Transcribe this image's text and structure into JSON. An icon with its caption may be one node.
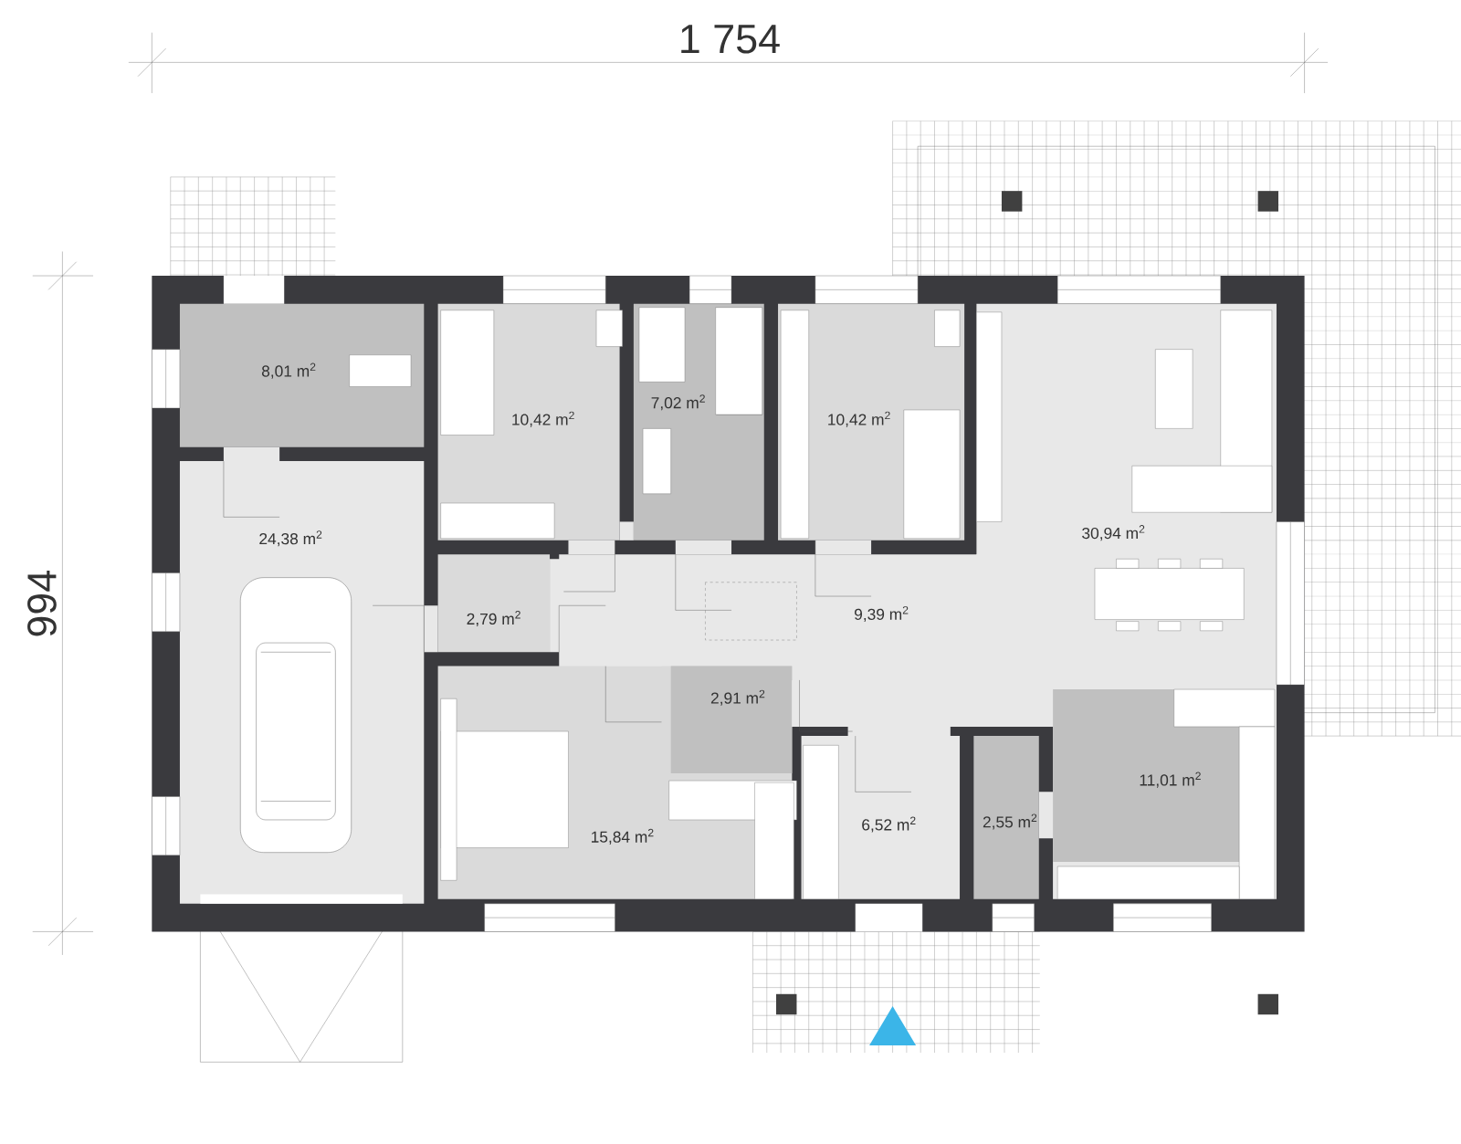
{
  "diagram": {
    "labels": [
      "1 754",
      "994",
      "8,01 m$^{2}$",
      "10,42 m$^{2}$",
      "7,02 m$^{2}$",
      "10,42 m$^{2}$",
      "30,94 m$^{2}$",
      "24,38 m$^{2}$",
      "2,79 m$^{2}$",
      "9,39 m$^{2}$",
      "2,91 m$^{2}$",
      "15,84 m$^{2}$",
      "6,52 m$^{2}$",
      "2,55 m$^{2}$",
      "11,01 m$^{2}$"
    ]
  }
}
